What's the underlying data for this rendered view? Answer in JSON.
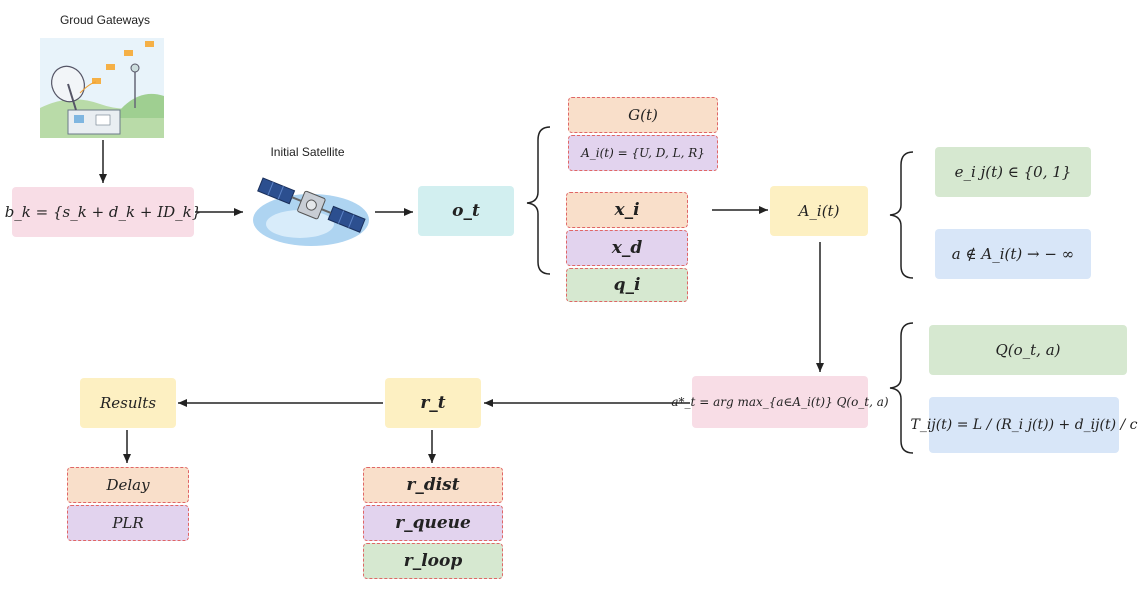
{
  "labels": {
    "gateways": "Groud Gateways",
    "satellite": "Initial Satellite"
  },
  "boxes": {
    "bk": "b_k = {s_k + d_k + ID_k}",
    "ot": "o_t",
    "Gt": "G(t)",
    "Ait_set": "A_i(t) = {U, D, L, R}",
    "xi": "x_i",
    "xd": "x_d",
    "qi": "q_i",
    "Ait": "A_i(t)",
    "eij": "e_i j(t) ∈ {0, 1}",
    "a_notin": "a ∉ A_i(t)  →  − ∞",
    "Q": "Q(o_t, a)",
    "Tij": "T_ij(t) = L / (R_i j(t)) + d_ij(t) / c",
    "a_star": "a*_t = arg max_{a∈A_i(t)} Q(o_t, a)",
    "rt": "r_t",
    "results": "Results",
    "delay": "Delay",
    "plr": "PLR",
    "rdist": "r_dist",
    "rqueue": "r_queue",
    "rloop": "r_loop"
  },
  "colors": {
    "pink": "#f8dde6",
    "cyan": "#d2eff0",
    "yellow": "#fdf0c2",
    "green": "#d6e8d0",
    "blue": "#d8e6f8",
    "peach": "#f9dfca",
    "lavender": "#e2d3ee",
    "dashed_border": "#e06666"
  },
  "icons": [
    "ground-gateway-illustration",
    "satellite-illustration"
  ]
}
